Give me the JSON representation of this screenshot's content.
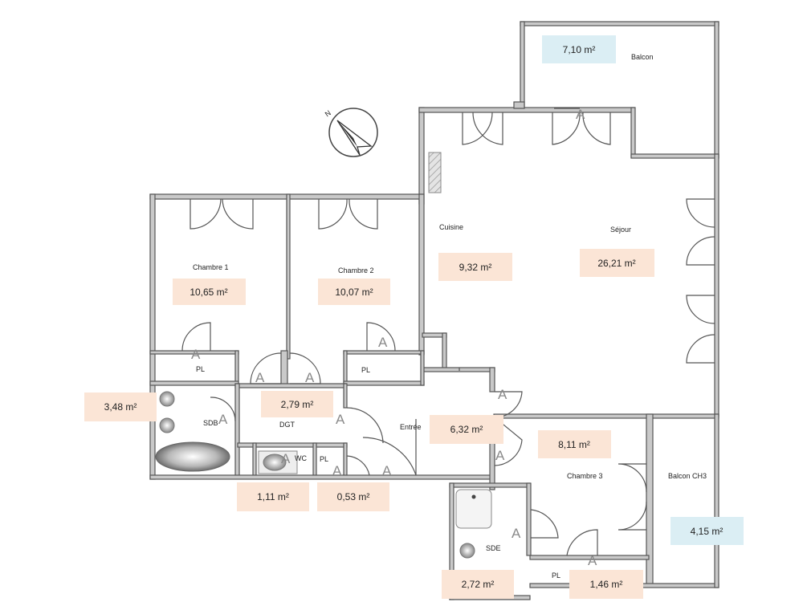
{
  "colors": {
    "area_interior": "#fbe5d6",
    "area_exterior": "#dbeef4",
    "wall": "#c9c9c9",
    "wall_outline": "#555555"
  },
  "icons": {
    "compass": "north-arrow-icon"
  },
  "compass": {
    "label": "N"
  },
  "rooms": {
    "balcon": "Balcon",
    "cuisine": "Cuisine",
    "sejour": "Séjour",
    "chambre1": "Chambre 1",
    "chambre2": "Chambre 2",
    "pl1": "PL",
    "pl2": "PL",
    "pl3": "PL",
    "pl4": "PL",
    "sdb": "SDB",
    "dgt": "DGT",
    "wc": "WC",
    "entree": "Entrée",
    "chambre3": "Chambre 3",
    "balcon_ch3": "Balcon CH3",
    "sde": "SDE"
  },
  "areas": {
    "balcon": "7,10 m²",
    "cuisine": "9,32 m²",
    "sejour": "26,21 m²",
    "chambre1": "10,65 m²",
    "chambre2": "10,07 m²",
    "sdb": "3,48 m²",
    "dgt": "2,79 m²",
    "entree": "6,32 m²",
    "chambre3": "8,11 m²",
    "wc": "1,11 m²",
    "pl": "0,53 m²",
    "balcon_ch3": "4,15 m²",
    "sde": "2,72 m²",
    "pl_ch3": "1,46 m²"
  },
  "markers": {
    "a": "A"
  }
}
